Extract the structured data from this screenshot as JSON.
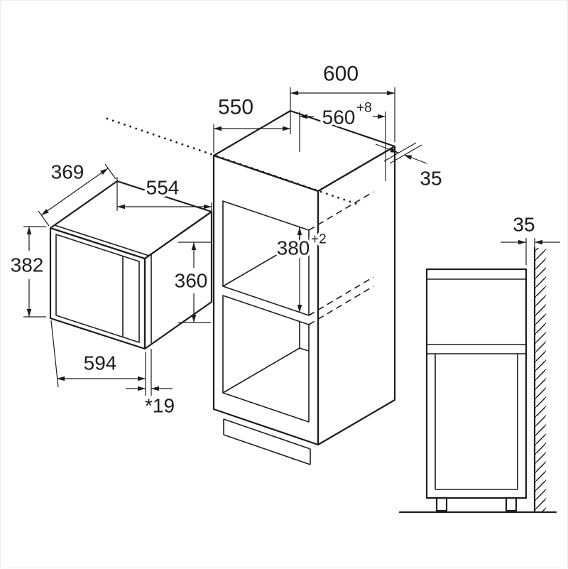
{
  "diagram": {
    "description": "Built-in microwave oven niche installation dimension drawing",
    "units": "mm",
    "colors": {
      "line": "#1d1d1b",
      "background": "#ffffff"
    },
    "appliance": {
      "depth": "369",
      "body_width": "554",
      "height": "382",
      "front_height": "360",
      "width": "594",
      "door_projection": "*19"
    },
    "cabinet": {
      "depth": "550",
      "width": "600",
      "niche_width": "560",
      "niche_width_tol": "+8",
      "niche_height": "380",
      "niche_height_tol": "+2",
      "rear_top_clearance": "35"
    },
    "side_view": {
      "wall_clearance": "35"
    }
  }
}
